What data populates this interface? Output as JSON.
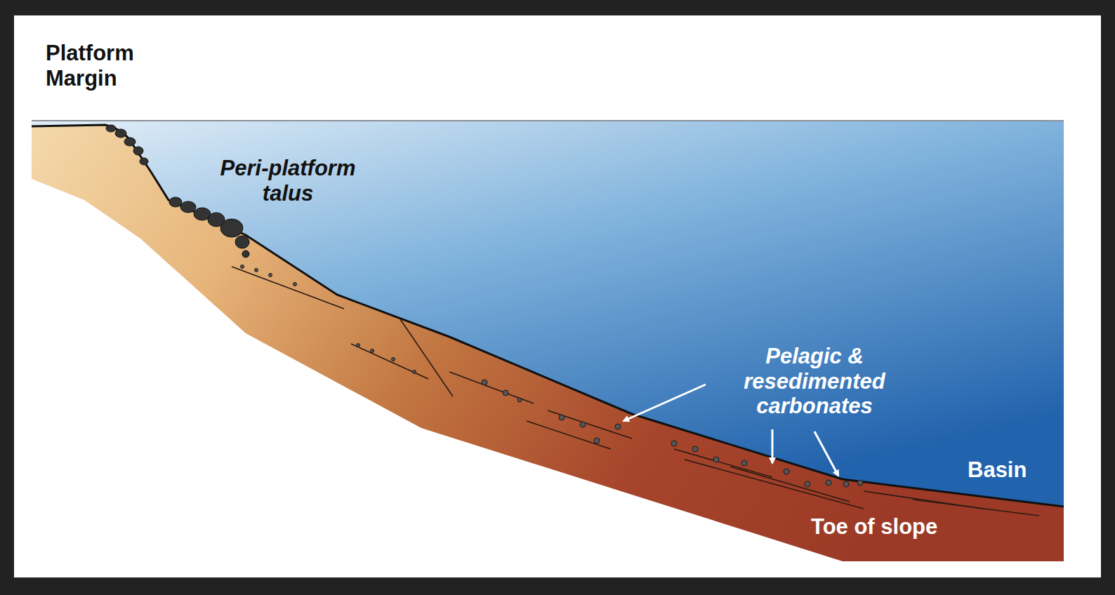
{
  "diagram": {
    "labels": [
      "Platform Margin",
      "Peri-platform talus",
      "Pelagic & resedimented carbonates",
      "Basin",
      "Toe of slope"
    ]
  }
}
